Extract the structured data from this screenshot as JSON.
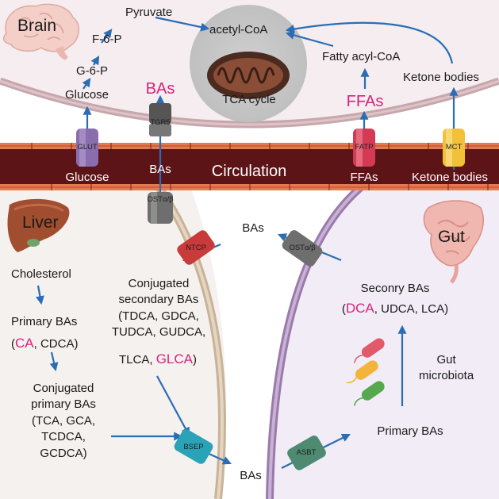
{
  "regions": {
    "brain": "Brain",
    "liver": "Liver",
    "gut": "Gut",
    "circulation": "Circulation"
  },
  "brain": {
    "pyruvate": "Pyruvate",
    "acetyl_coa": "acetyl-CoA",
    "f6p": "F-6-P",
    "g6p": "G-6-P",
    "glucose": "Glucose",
    "bas": "BAs",
    "tca_cycle": "TCA cycle",
    "fatty_acyl_coa": "Fatty acyl-CoA",
    "ffas": "FFAs",
    "ketone_bodies": "Ketone bodies"
  },
  "transporters": {
    "glut": "GLUT",
    "tgr5": "TGR5",
    "fatp": "FATP",
    "mct": "MCT",
    "ost_top": "OSTα/β",
    "ntcp": "NTCP",
    "ost_gut": "OSTα/β",
    "bsep": "BSEP",
    "asbt": "ASBT"
  },
  "circulation": {
    "glucose": "Glucose",
    "bas": "BAs",
    "ffas": "FFAs",
    "ketone_bodies": "Ketone bodies"
  },
  "liver": {
    "cholesterol": "Cholesterol",
    "primary_bas": "Primary BAs",
    "primary_open": "(",
    "ca": "CA",
    "primary_rest": ", CDCA)",
    "conj_primary": "Conjugated\nprimary BAs\n(TCA, GCA,\nTCDCA,\nGCDCA)",
    "conj_secondary_lines": "Conjugated\nsecondary BAs\n(TDCA, GDCA,\nTUDCA, GUDCA,",
    "tlca": "TLCA, ",
    "glca": "GLCA",
    "close_paren": ")"
  },
  "middle": {
    "bas_top": "BAs",
    "bas_bottom": "BAs"
  },
  "gut": {
    "secondary_bas": "Seconry BAs",
    "open_paren": "(",
    "dca": "DCA",
    "rest": ", UDCA, LCA)",
    "gut_microbiota": "Gut\nmicrobiota",
    "primary_bas": "Primary BAs"
  },
  "colors": {
    "brain_bg": "#f5edf0",
    "liver_bg": "#f5f1ee",
    "gut_bg": "#f1ecf6",
    "membrane": "#c7a7ac",
    "vessel": "#5c1417",
    "vessel_cells": "#e37a52",
    "arrow": "#2a6db5",
    "pink_text": "#d6247a",
    "glut": "#8a6dac",
    "tgr5": "#555555",
    "fatp": "#d33b54",
    "mct": "#f2c13a",
    "ntcp": "#c93a3a",
    "ost": "#6e6e6e",
    "bsep": "#2aa3b8",
    "asbt": "#4e8a72"
  },
  "icons": {
    "brain": "brain-icon",
    "liver": "liver-icon",
    "gut": "intestine-icon",
    "mitochondrion": "mitochondrion-icon",
    "bacteria": "bacteria-icon"
  }
}
